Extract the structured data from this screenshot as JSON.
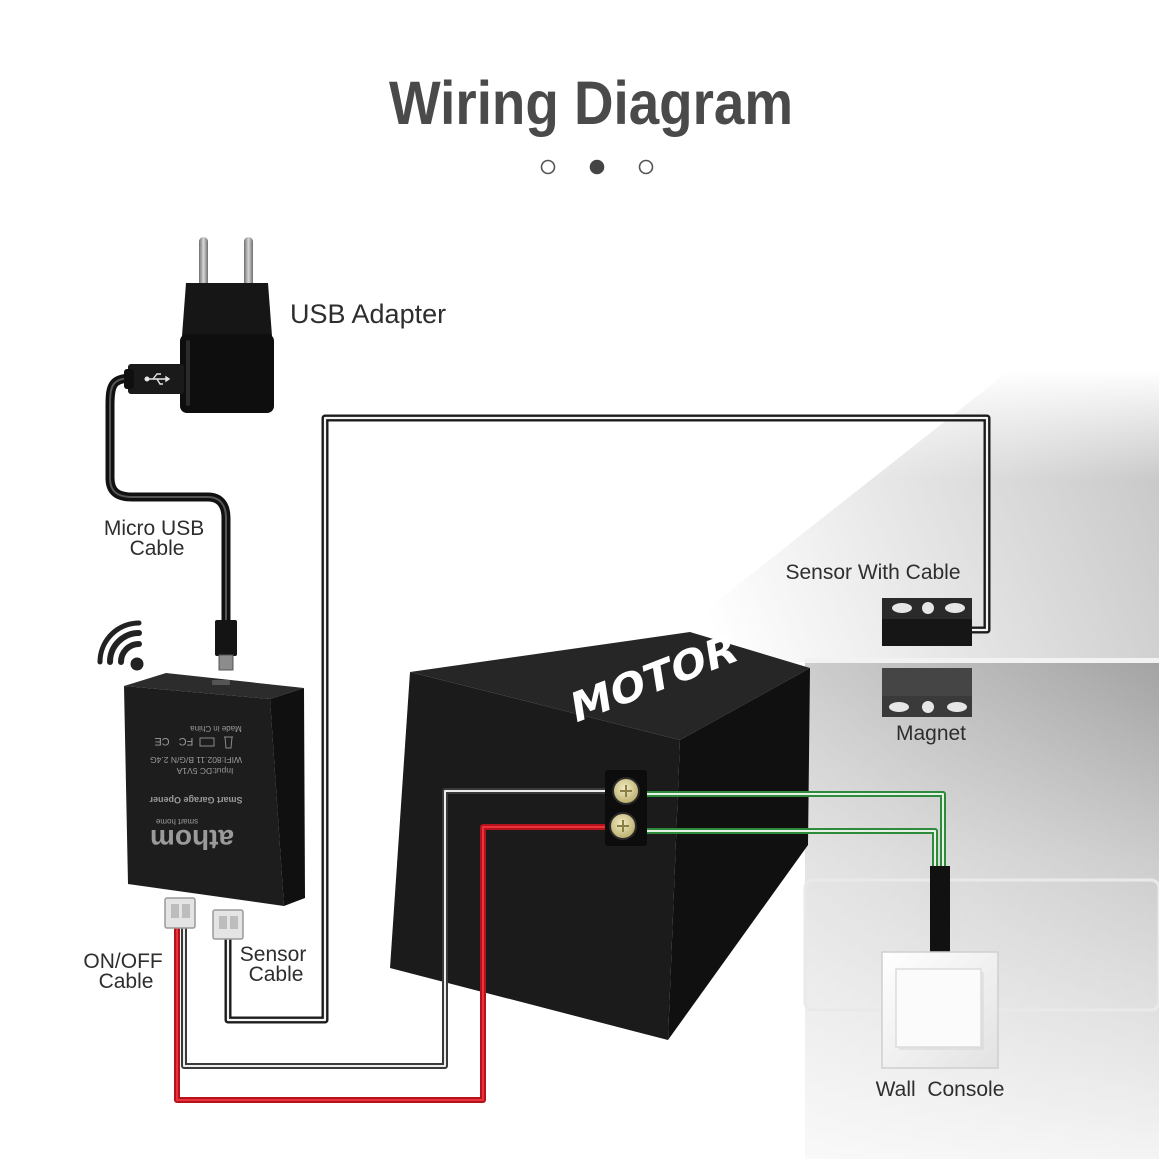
{
  "title": "Wiring Diagram",
  "pager": {
    "count": 3,
    "active": 1
  },
  "labels": {
    "usb_adapter": "USB Adapter",
    "micro_usb_cable": [
      "Micro USB",
      "Cable"
    ],
    "on_off_cable": [
      "ON/OFF",
      "Cable"
    ],
    "sensor_cable": [
      "Sensor",
      "Cable"
    ],
    "sensor_with_cable": "Sensor With Cable",
    "magnet": "Magnet",
    "wall_console": "Wall  Console",
    "motor": "MOTOR"
  },
  "device_print": {
    "made_in": "Made in China",
    "marks": [
      "CE",
      "FC"
    ],
    "wifi": "WIFI:802.11 B/G/N 2.4G",
    "input": "Input:DC 5V1A",
    "product": "Smart Garage Opener",
    "tagline": "smart home",
    "brand": "athom"
  },
  "colors": {
    "title": "#4a4a4a",
    "label": "#2e2e2e",
    "wire_red": "#b5121b",
    "wire_green": "#2f8a3c",
    "wire_black": "#1c1c1c",
    "pager_active": "#444444"
  },
  "icons": {
    "wifi": "wifi-icon",
    "usb": "usb-icon",
    "trash": "trash-bin-icon"
  }
}
